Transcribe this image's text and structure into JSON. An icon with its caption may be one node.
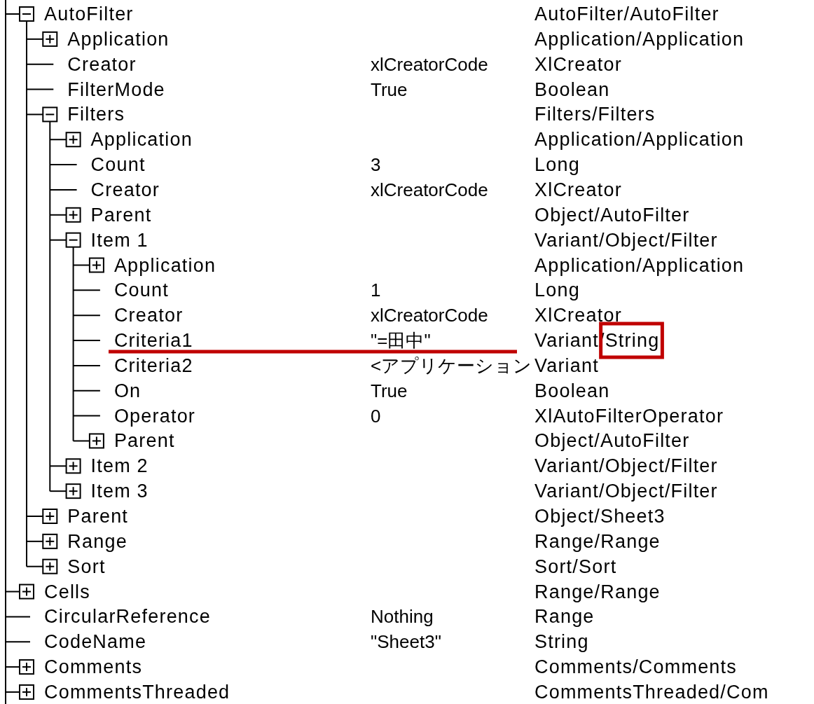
{
  "diagram": {
    "labels": [
      "AutoFilter",
      "AutoFilter/AutoFilter",
      "Application",
      "Application/Application",
      "Creator",
      "xlCreatorCode",
      "XlCreator",
      "FilterMode",
      "True",
      "Boolean",
      "Filters",
      "Filters/Filters",
      "Application",
      "Application/Application",
      "Count",
      "3",
      "Long",
      "Creator",
      "xlCreatorCode",
      "XlCreator",
      "Parent",
      "Object/AutoFilter",
      "Item 1",
      "Variant/Object/Filter",
      "Application",
      "Application/Application",
      "Count",
      "1",
      "Long",
      "Creator",
      "xlCreatorCode",
      "XlCreator",
      "Criteria1",
      "\"=田中\"",
      "Variant/String",
      "Criteria2",
      "<アプリケーション",
      "Variant",
      "On",
      "True",
      "Boolean",
      "Operator",
      "0",
      "XlAutoFilterOperator",
      "Parent",
      "Object/AutoFilter",
      "Item 2",
      "Variant/Object/Filter",
      "Item 3",
      "Variant/Object/Filter",
      "Parent",
      "Object/Sheet3",
      "Range",
      "Range/Range",
      "Sort",
      "Sort/Sort",
      "Cells",
      "Range/Range",
      "CircularReference",
      "Nothing",
      "Range",
      "CodeName",
      "\"Sheet3\"",
      "String",
      "Comments",
      "Comments/Comments",
      "CommentsThreaded",
      "CommentsThreaded/Com"
    ]
  }
}
